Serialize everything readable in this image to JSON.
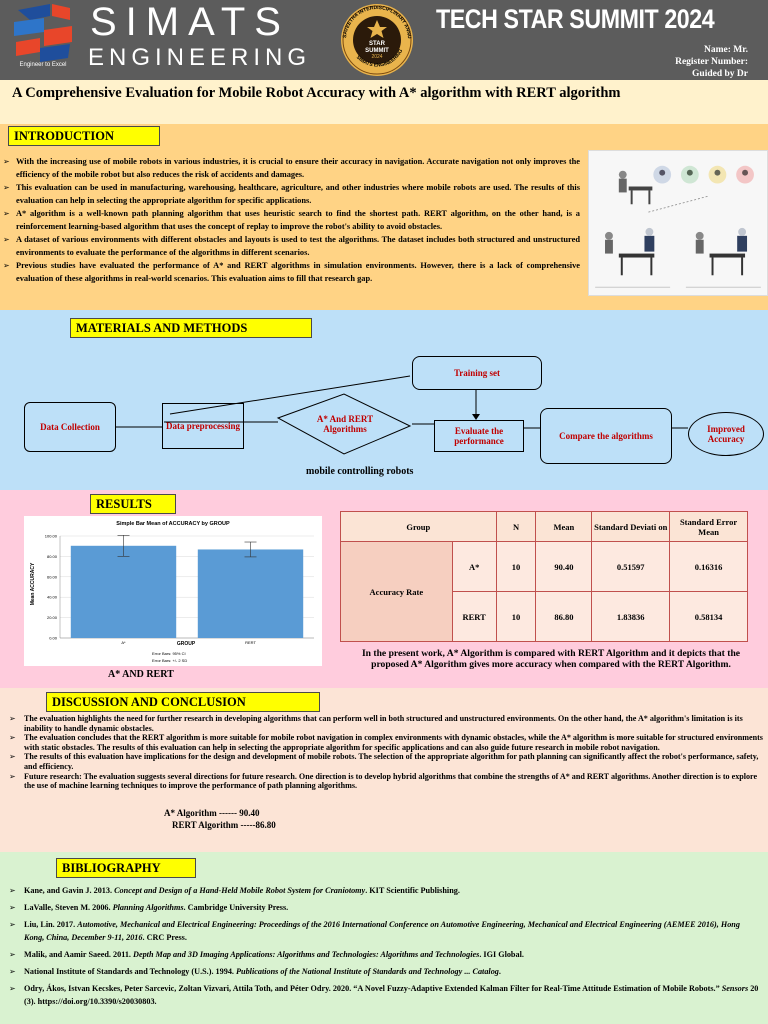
{
  "header": {
    "brand_top": "SIMATS",
    "brand_bottom": "ENGINEERING",
    "logo_tagline": "Engineer to Excel",
    "seal_ring": "SAVEETHA INTERDISCIPLINARY ANNUAL RESEARCH SUMMIT",
    "seal_ring_bottom": "SIMATS ENGINEERING",
    "seal_center_top": "STAR",
    "seal_center_mid": "SUMMIT",
    "seal_center_year": "2024",
    "event_title": "TECH STAR SUMMIT 2024",
    "name_label": "Name: Mr.",
    "register_label": "Register Number:",
    "guide_label": "Guided by Dr"
  },
  "title": "A Comprehensive Evaluation for Mobile Robot Accuracy with A* algorithm with RERT algorithm",
  "introduction": {
    "heading": "INTRODUCTION",
    "bullets": [
      "With the increasing use of mobile robots in various industries, it is crucial to ensure their accuracy in navigation. Accurate navigation not only improves the efficiency of the mobile robot but also reduces the risk of accidents and damages.",
      " This evaluation can be used in manufacturing, warehousing, healthcare, agriculture, and other industries where mobile robots are used. The results of this evaluation can help in selecting the appropriate algorithm for specific applications.",
      "A* algorithm is a well-known path planning algorithm that uses heuristic search to find the shortest path. RERT algorithm, on the other hand, is a reinforcement learning-based algorithm that uses the concept of  replay to improve the robot's ability to avoid obstacles.",
      "A dataset of various environments with different obstacles and layouts is used to test the algorithms. The dataset includes both structured and unstructured environments to evaluate the performance of the algorithms in different scenarios.",
      "Previous studies have evaluated the performance of A* and RERT algorithms in simulation environments. However, there is a lack of comprehensive evaluation of these algorithms in real-world scenarios. This evaluation aims to fill that research gap."
    ]
  },
  "methods": {
    "heading": "MATERIALS AND METHODS",
    "steps": {
      "data_collection": "Data Collection",
      "preprocessing": "Data preprocessing",
      "algorithms": "A* And RERT Algorithms",
      "training": "Training set",
      "evaluate": "Evaluate the performance",
      "compare": "Compare the algorithms",
      "improved": "Improved Accuracy"
    },
    "caption": "mobile controlling robots"
  },
  "results": {
    "heading": "RESULTS",
    "chart_caption": "A* AND RERT",
    "table": {
      "headers": [
        "Group",
        "N",
        "Mean",
        "Standard Deviati on",
        "Standard Error Mean"
      ],
      "group_label": "Accuracy Rate",
      "rows": [
        {
          "name": "A*",
          "n": "10",
          "mean": "90.40",
          "sd": "0.51597",
          "se": "0.16316"
        },
        {
          "name": "RERT",
          "n": "10",
          "mean": "86.80",
          "sd": "1.83836",
          "se": "0.58134"
        }
      ]
    },
    "note": "In the present work, A* Algorithm  is compared with RERT Algorithm  and it depicts that the proposed A* Algorithm  gives more accuracy when compared with the RERT Algorithm."
  },
  "chart_data": {
    "type": "bar",
    "title": "Simple Bar Mean of ACCURACY by GROUP",
    "categories": [
      "A*",
      "RERT"
    ],
    "values": [
      90.4,
      86.8
    ],
    "error": [
      10.3,
      7.3
    ],
    "xlabel": "GROUP",
    "ylabel": "Mean ACCURACY",
    "ylim": [
      0,
      100
    ],
    "yticks": [
      "0.00",
      "20.00",
      "40.00",
      "60.00",
      "80.00",
      "100.00"
    ],
    "footnote_1": "Error Bars: 95% CI",
    "footnote_2": "Error Bars: +/- 2 SD",
    "bar_color": "#5a9bd5"
  },
  "discussion": {
    "heading": "DISCUSSION AND CONCLUSION",
    "bullets": [
      "The evaluation highlights the need for further research in developing algorithms that can perform well in both structured and unstructured environments.  On the other hand, the A* algorithm's limitation is its inability to handle dynamic obstacles.",
      "The evaluation concludes that the RERT algorithm is more suitable for mobile robot navigation in complex environments with dynamic obstacles, while the A* algorithm is more suitable for structured environments with static obstacles. The results of this evaluation can help in selecting the appropriate algorithm for specific applications and can also guide future research in mobile robot navigation.",
      "The results of this evaluation have implications for the design and development of mobile robots. The selection of the appropriate algorithm for path planning can significantly affect the robot's performance, safety, and efficiency.",
      "Future research: The evaluation suggests several directions for future research. One direction is to develop hybrid algorithms that combine the strengths of A* and RERT algorithms. Another direction is to explore the use of machine learning techniques to improve the performance of path planning algorithms."
    ],
    "result_a": "A* Algorithm  ------  90.40",
    "result_b": "RERT Algorithm -----86.80"
  },
  "bibliography": {
    "heading": "BIBLIOGRAPHY",
    "items": [
      {
        "pre": "Kane, and Gavin J. 2013. ",
        "em": "Concept and Design of a Hand-Held Mobile Robot System for Craniotomy",
        "post": ". KIT Scientific Publishing."
      },
      {
        "pre": "LaValle, Steven M. 2006. ",
        "em": "Planning Algorithms",
        "post": ". Cambridge University Press."
      },
      {
        "pre": "Liu, Lin. 2017. ",
        "em": "Automotive, Mechanical and Electrical Engineering: Proceedings of the 2016 International Conference on Automotive Engineering, Mechanical and Electrical Engineering (AEMEE 2016), Hong Kong, China, December 9-11, 2016",
        "post": ". CRC Press."
      },
      {
        "pre": "Malik, and Aamir Saeed. 2011. ",
        "em": "Depth Map and 3D Imaging Applications: Algorithms and Technologies: Algorithms and Technologies",
        "post": ". IGI Global."
      },
      {
        "pre": "National Institute of Standards and Technology (U.S.). 1994. ",
        "em": "Publications of the National Institute of Standards and Technology ... Catalog",
        "post": "."
      },
      {
        "pre": "Odry, Ákos, Istvan Kecskes, Peter Sarcevic, Zoltan Vizvari, Attila Toth, and Péter Odry. 2020. “A Novel Fuzzy-Adaptive Extended Kalman Filter for Real-Time Attitude Estimation of Mobile Robots.” ",
        "em": "Sensors",
        "post": "  20 (3). https://doi.org/10.3390/s20030803."
      }
    ]
  }
}
